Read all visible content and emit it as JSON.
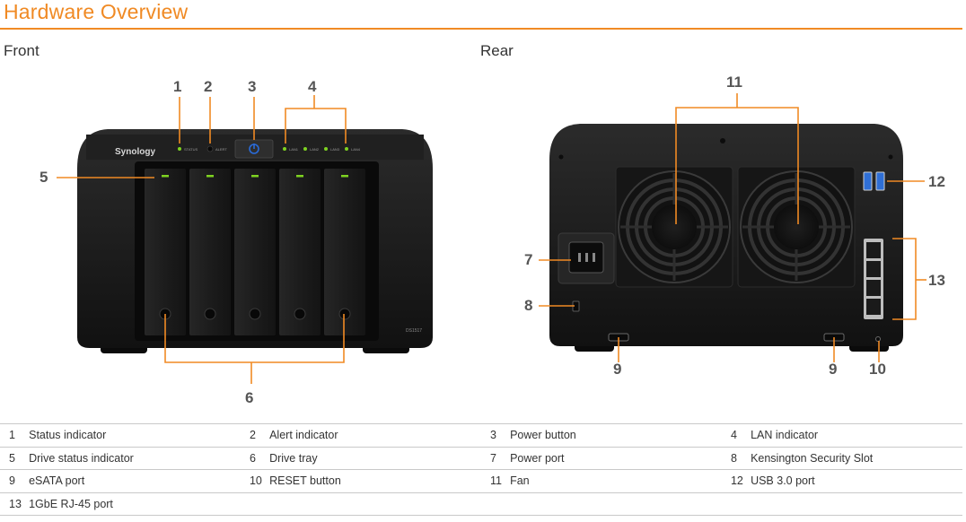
{
  "page": {
    "title": "Hardware Overview",
    "front_label": "Front",
    "rear_label": "Rear"
  },
  "device": {
    "brand": "Synology",
    "model": "DS1517",
    "front_leds": [
      "STATUS",
      "ALERT",
      "LAN1",
      "LAN2",
      "LAN3",
      "LAN4"
    ]
  },
  "colors": {
    "accent": "#f08a24",
    "callout_text": "#555555",
    "chassis": "#1a1a1a",
    "led_green": "#7ed321",
    "power_blue": "#2a6bd8",
    "usb_blue": "#2f6fd6"
  },
  "callouts": {
    "c1": "1",
    "c2": "2",
    "c3": "3",
    "c4": "4",
    "c5": "5",
    "c6": "6",
    "c7": "7",
    "c8": "8",
    "c9a": "9",
    "c9b": "9",
    "c10": "10",
    "c11": "11",
    "c12": "12",
    "c13": "13"
  },
  "legend": [
    [
      {
        "num": "1",
        "label": "Status indicator"
      },
      {
        "num": "2",
        "label": "Alert indicator"
      },
      {
        "num": "3",
        "label": "Power button"
      },
      {
        "num": "4",
        "label": "LAN indicator"
      }
    ],
    [
      {
        "num": "5",
        "label": "Drive status indicator"
      },
      {
        "num": "6",
        "label": "Drive tray"
      },
      {
        "num": "7",
        "label": "Power port"
      },
      {
        "num": "8",
        "label": "Kensington Security Slot"
      }
    ],
    [
      {
        "num": "9",
        "label": "eSATA port"
      },
      {
        "num": "10",
        "label": "RESET button"
      },
      {
        "num": "11",
        "label": "Fan"
      },
      {
        "num": "12",
        "label": "USB 3.0 port"
      }
    ],
    [
      {
        "num": "13",
        "label": "1GbE RJ-45 port"
      },
      {
        "num": "",
        "label": ""
      },
      {
        "num": "",
        "label": ""
      },
      {
        "num": "",
        "label": ""
      }
    ]
  ]
}
